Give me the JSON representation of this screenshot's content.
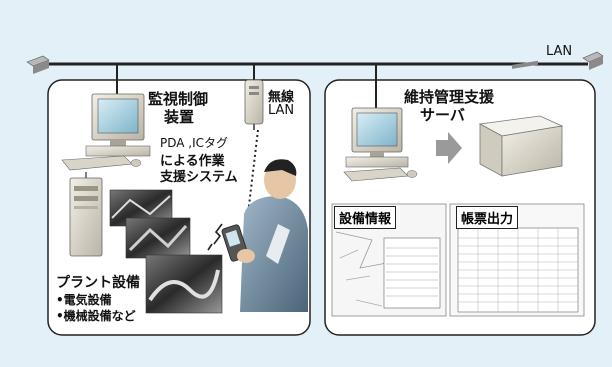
{
  "network": {
    "lan_label": "LAN"
  },
  "left_panel": {
    "monitor_title": [
      "監視制御",
      "装置"
    ],
    "wireless_title": [
      "無線",
      "LAN"
    ],
    "pda_caption": [
      "PDA ,ICタグ",
      "による作業",
      "支援システム"
    ],
    "plant_title": "プラント設備",
    "plant_items": [
      "•電気設備",
      "•機械設備など"
    ]
  },
  "right_panel": {
    "server_title": [
      "維持管理支援",
      "サーバ"
    ],
    "equipment_info_label": "設備情報",
    "report_output_label": "帳票出力"
  },
  "colors": {
    "background": "#e4f0f8",
    "panel": "#ffffff",
    "line": "#222222",
    "arrow": "#9a9a9a"
  }
}
